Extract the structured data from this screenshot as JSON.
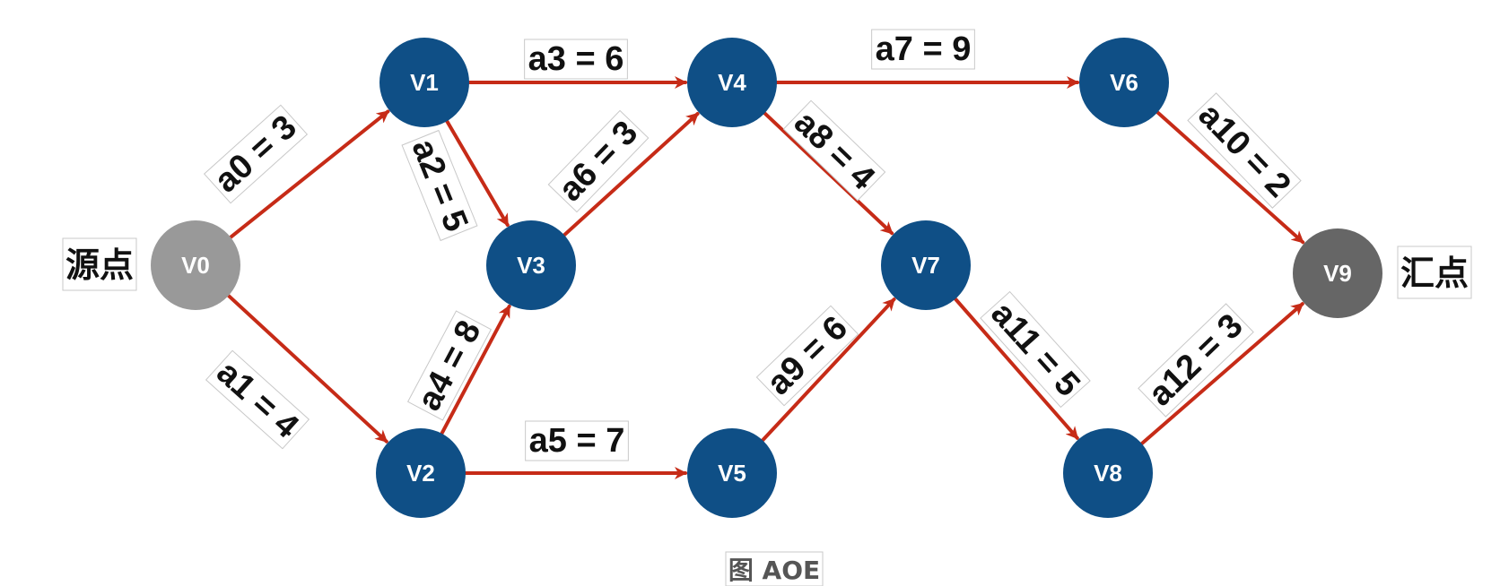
{
  "colors": {
    "node_fill": "#0f4f86",
    "source_fill": "#999999",
    "sink_fill": "#666666",
    "edge": "#c62b17",
    "text": "#111111"
  },
  "labels": {
    "source": "源点",
    "sink": "汇点",
    "caption": "图 AOE"
  },
  "nodes": [
    {
      "id": "V0",
      "label": "V0",
      "kind": "source"
    },
    {
      "id": "V1",
      "label": "V1",
      "kind": "normal"
    },
    {
      "id": "V2",
      "label": "V2",
      "kind": "normal"
    },
    {
      "id": "V3",
      "label": "V3",
      "kind": "normal"
    },
    {
      "id": "V4",
      "label": "V4",
      "kind": "normal"
    },
    {
      "id": "V5",
      "label": "V5",
      "kind": "normal"
    },
    {
      "id": "V6",
      "label": "V6",
      "kind": "normal"
    },
    {
      "id": "V7",
      "label": "V7",
      "kind": "normal"
    },
    {
      "id": "V8",
      "label": "V8",
      "kind": "normal"
    },
    {
      "id": "V9",
      "label": "V9",
      "kind": "sink"
    }
  ],
  "edges": [
    {
      "id": "a0",
      "from": "V0",
      "to": "V1",
      "label": "a0 = 3"
    },
    {
      "id": "a1",
      "from": "V0",
      "to": "V2",
      "label": "a1 = 4"
    },
    {
      "id": "a2",
      "from": "V1",
      "to": "V3",
      "label": "a2 = 5"
    },
    {
      "id": "a3",
      "from": "V1",
      "to": "V4",
      "label": "a3 = 6"
    },
    {
      "id": "a4",
      "from": "V2",
      "to": "V3",
      "label": "a4 = 8"
    },
    {
      "id": "a5",
      "from": "V2",
      "to": "V5",
      "label": "a5 = 7"
    },
    {
      "id": "a6",
      "from": "V3",
      "to": "V4",
      "label": "a6 = 3"
    },
    {
      "id": "a7",
      "from": "V4",
      "to": "V6",
      "label": "a7 = 9"
    },
    {
      "id": "a8",
      "from": "V4",
      "to": "V7",
      "label": "a8 = 4"
    },
    {
      "id": "a9",
      "from": "V5",
      "to": "V7",
      "label": "a9 = 6"
    },
    {
      "id": "a10",
      "from": "V6",
      "to": "V9",
      "label": "a10 = 2"
    },
    {
      "id": "a11",
      "from": "V7",
      "to": "V8",
      "label": "a11 = 5"
    },
    {
      "id": "a12",
      "from": "V8",
      "to": "V9",
      "label": "a12 = 3"
    }
  ]
}
